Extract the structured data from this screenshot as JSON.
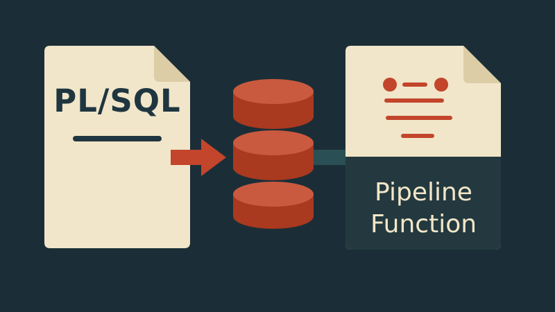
{
  "left_document": {
    "title": "PL/SQL",
    "icon": "document-icon"
  },
  "center_database": {
    "icon": "database-stack-icon",
    "disk_count": 3
  },
  "right_document": {
    "title_line_1": "Pipeline",
    "title_line_2": "Function",
    "icon": "document-icon"
  },
  "colors": {
    "background": "#1b2e37",
    "paper": "#f1e6c9",
    "paper_fold": "#dccda6",
    "accent_red": "#c2452c",
    "disk_top": "#c95a3f",
    "disk_side": "#a9391f",
    "teal_arrow": "#2a4f54",
    "dark_text": "#1f3640",
    "light_text": "#f3e6c9"
  }
}
